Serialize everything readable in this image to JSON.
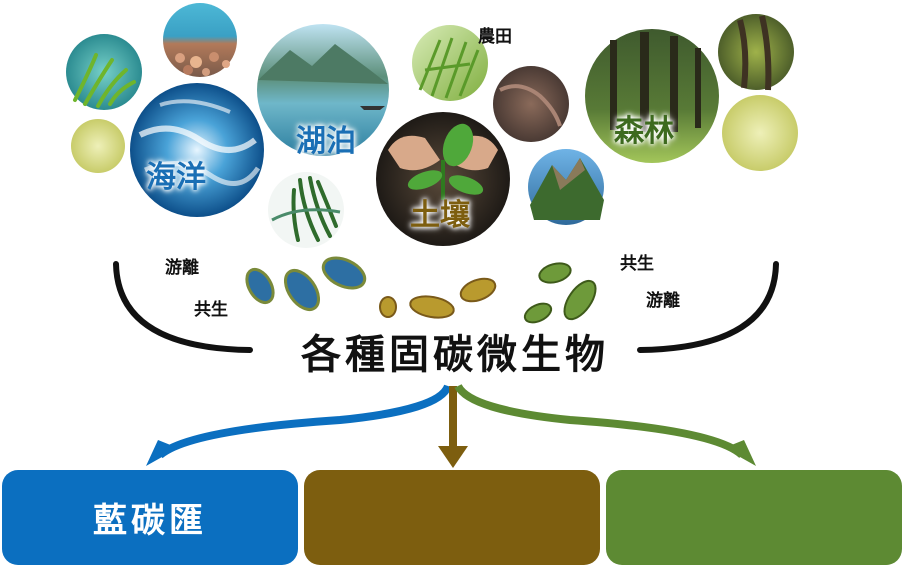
{
  "habitats": {
    "ocean": "海洋",
    "lake": "湖泊",
    "soil": "土壤",
    "forest": "森林",
    "farmland": "農田"
  },
  "relations": {
    "left_free": "游離",
    "left_symbiotic": "共生",
    "right_symbiotic": "共生",
    "right_free": "游離"
  },
  "center_title": "各種固碳微生物",
  "sinks": {
    "blue": "藍碳匯",
    "brown": "",
    "green": ""
  },
  "colors": {
    "blue": "#0b6fc0",
    "brown": "#7d5e0f",
    "green": "#5d8a33"
  }
}
